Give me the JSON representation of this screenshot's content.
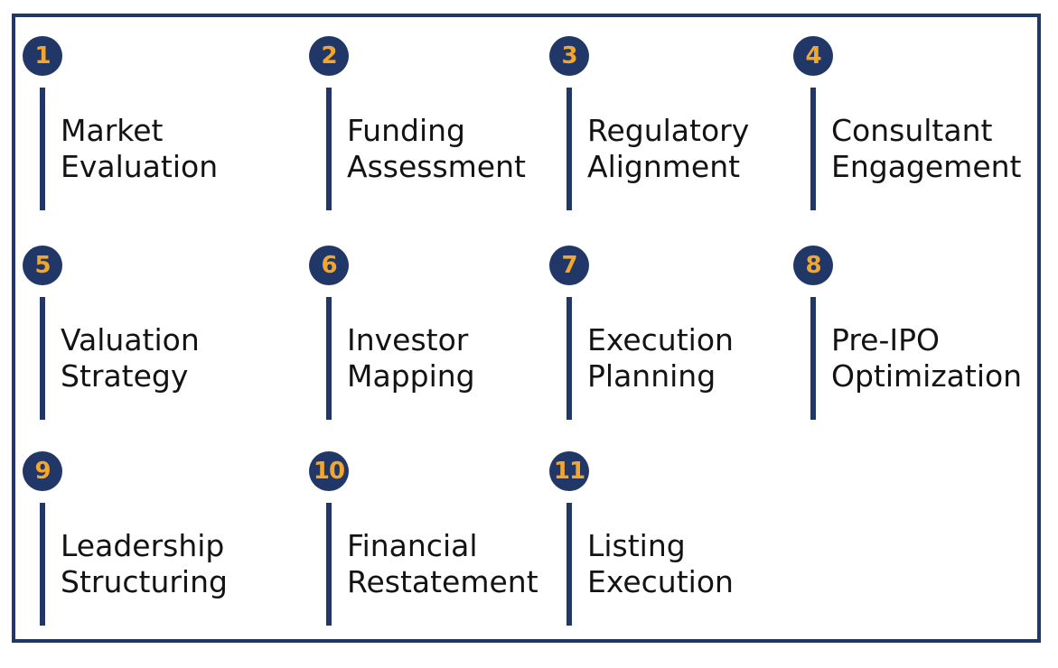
{
  "colors": {
    "navy": "#203767",
    "gold": "#f1a72f",
    "text": "#131313",
    "background": "#ffffff"
  },
  "items": [
    {
      "number": "1",
      "label": "Market\nEvaluation"
    },
    {
      "number": "2",
      "label": "Funding\nAssessment"
    },
    {
      "number": "3",
      "label": "Regulatory\nAlignment"
    },
    {
      "number": "4",
      "label": "Consultant\nEngagement"
    },
    {
      "number": "5",
      "label": "Valuation\nStrategy"
    },
    {
      "number": "6",
      "label": "Investor\nMapping"
    },
    {
      "number": "7",
      "label": "Execution\nPlanning"
    },
    {
      "number": "8",
      "label": "Pre-IPO\nOptimization"
    },
    {
      "number": "9",
      "label": "Leadership\nStructuring"
    },
    {
      "number": "10",
      "label": "Financial\nRestatement"
    },
    {
      "number": "11",
      "label": "Listing\nExecution"
    }
  ]
}
